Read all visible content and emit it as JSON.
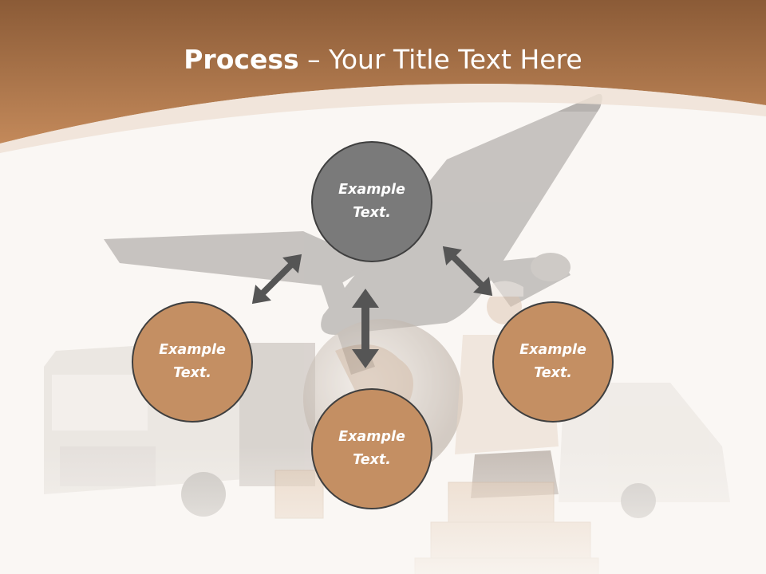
{
  "slide": {
    "title_bold": "Process",
    "title_dash": " – ",
    "title_rest": "Your Title Text Here"
  },
  "nodes": {
    "top": {
      "line1": "Example",
      "line2": "Text.",
      "color": "#7a7a7a"
    },
    "left": {
      "line1": "Example",
      "line2": "Text.",
      "color": "#c48f63"
    },
    "bottom": {
      "line1": "Example",
      "line2": "Text.",
      "color": "#c48f63"
    },
    "right": {
      "line1": "Example",
      "line2": "Text.",
      "color": "#c48f63"
    }
  },
  "colors": {
    "header_dark": "#8a5a35",
    "header_light": "#c08a5c",
    "arrow": "#555555",
    "circle_border": "#3f3f3f"
  },
  "decor": {
    "background_image": "logistics-photo: cargo airplane, truck, globe, courier, van, boxes"
  }
}
